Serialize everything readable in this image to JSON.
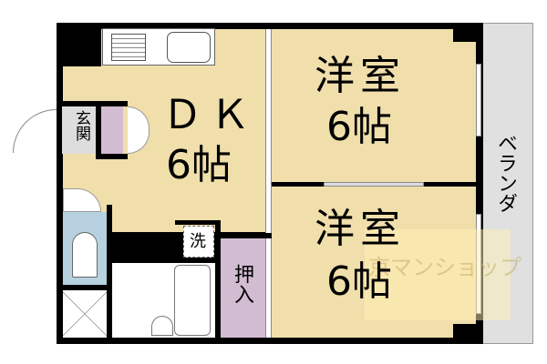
{
  "rooms": {
    "dk": {
      "label": "ＤＫ",
      "size": "6帖"
    },
    "western1": {
      "label": "洋室",
      "size": "6帖"
    },
    "western2": {
      "label": "洋室",
      "size": "6帖"
    },
    "entrance": "玄関",
    "laundry": "洗",
    "closet": "押入",
    "balcony": "ベランダ"
  },
  "watermark": "京マンショップ",
  "colors": {
    "floor": "#f0dfab",
    "closet": "#d2bcd2",
    "toilet": "#b7d1e0",
    "balcony": "#e0e0e0",
    "wall": "#000000"
  }
}
